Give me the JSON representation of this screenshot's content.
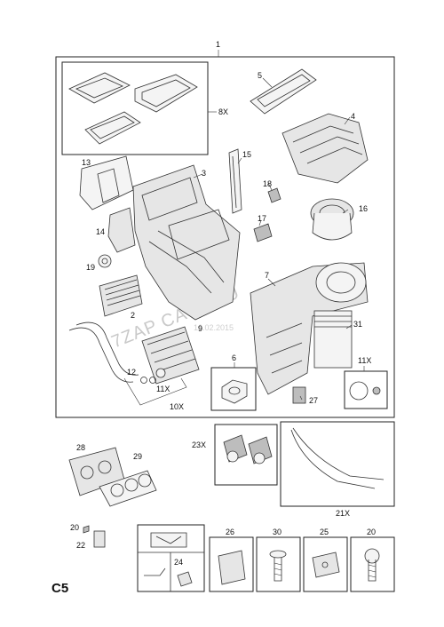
{
  "section_code": "C5",
  "watermark": {
    "main": "7ZAP CATS.RU",
    "date": "16.02.2015"
  },
  "labels": {
    "p1": "1",
    "p2": "2",
    "p3": "3",
    "p4": "4",
    "p5": "5",
    "p6": "6",
    "p7": "7",
    "p8x": "8X",
    "p9": "9",
    "p10x": "10X",
    "p11x_a": "11X",
    "p11x_b": "11X",
    "p12": "12",
    "p13": "13",
    "p14": "14",
    "p15": "15",
    "p16": "16",
    "p17": "17",
    "p18": "18",
    "p19": "19",
    "p20_a": "20",
    "p20_b": "20",
    "p21x": "21X",
    "p22": "22",
    "p23x": "23X",
    "p24": "24",
    "p25": "25",
    "p26": "26",
    "p27": "27",
    "p28": "28",
    "p29": "29",
    "p30": "30",
    "p31": "31"
  }
}
